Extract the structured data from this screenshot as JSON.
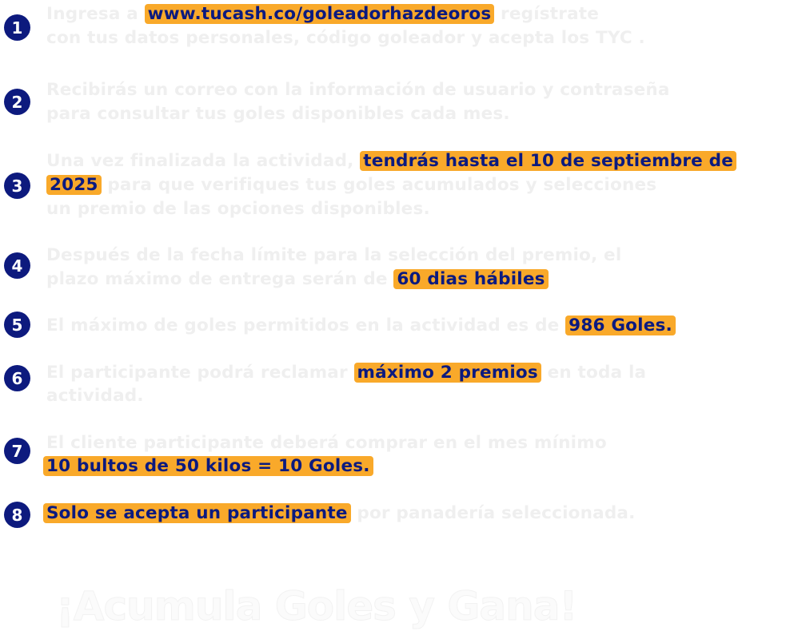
{
  "steps": [
    {
      "num": "1",
      "a": "Ingresa a ",
      "h": "www.tucash.co/goleadorhazdeoros",
      "b": " regístrate",
      "l2": "con tus datos personales, código goleador y acepta los TYC ."
    },
    {
      "num": "2",
      "l1": "Recibirás un correo con la información de usuario y contraseña",
      "l2": "para consultar tus goles disponibles cada mes."
    },
    {
      "num": "3",
      "a": "Una vez finalizada la actividad, ",
      "h": "tendrás hasta el 10 de septiembre de",
      "h2": "2025",
      "b2": " para que verifiques tus goles acumulados y selecciones",
      "l3": "un premio de las opciones disponibles."
    },
    {
      "num": "4",
      "l1": "Después de la fecha límite para la selección del premio, el",
      "a": "plazo máximo de entrega serán de ",
      "h": "60 dias hábiles"
    },
    {
      "num": "5",
      "a": "El máximo de goles permitidos en la actividad es de ",
      "h": "986 Goles."
    },
    {
      "num": "6",
      "a": "El participante podrá reclamar ",
      "h": "máximo 2 premios",
      "b": " en toda la",
      "l2": "actividad."
    },
    {
      "num": "7",
      "l1": "El cliente participante deberá comprar en el mes mínimo",
      "h": "10 bultos de 50 kilos = 10 Goles."
    },
    {
      "num": "8",
      "h": "Solo se acepta un participante",
      "b": " por panadería seleccionada."
    }
  ],
  "title": "¡Acumula Goles y Gana!",
  "colors": {
    "navy": "#0d1a7e",
    "orange": "#f9a92a"
  }
}
